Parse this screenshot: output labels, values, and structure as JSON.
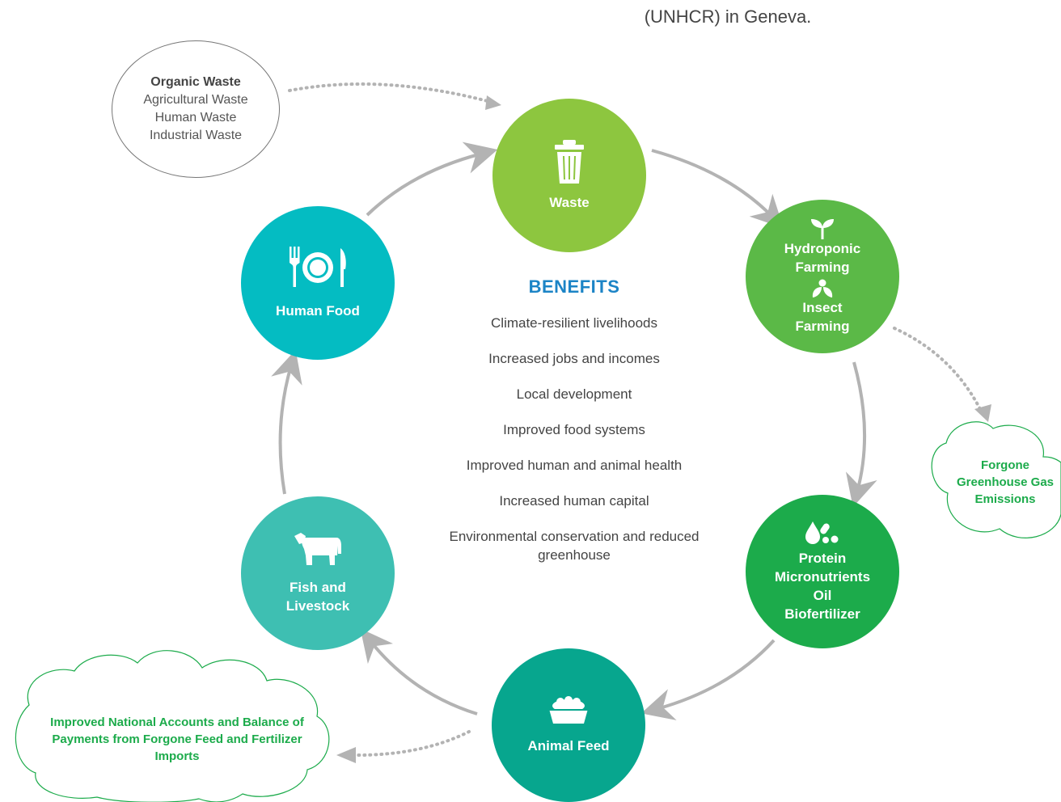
{
  "intro_text": "(UNHCR) in Geneva.",
  "organic_waste": {
    "heading": "Organic Waste",
    "items": [
      "Agricultural Waste",
      "Human Waste",
      "Industrial Waste"
    ]
  },
  "nodes": {
    "waste": "Waste",
    "hydroponic": "Hydroponic Farming",
    "insect": "Insect Farming",
    "protein": [
      "Protein",
      "Micronutrients",
      "Oil",
      "Biofertilizer"
    ],
    "animal_feed": "Animal Feed",
    "fish_livestock": "Fish and Livestock",
    "human_food": "Human Food"
  },
  "clouds": {
    "greenhouse": "Forgone Greenhouse Gas Emissions",
    "national_accounts": "Improved National Accounts and Balance of Payments from Forgone Feed and Fertilizer Imports"
  },
  "benefits": {
    "title": "BENEFITS",
    "items": [
      "Climate-resilient livelihoods",
      "Increased jobs and incomes",
      "Local development",
      "Improved food systems",
      "Improved human and animal health",
      "Increased human capital",
      "Environmental conservation and reduced greenhouse"
    ]
  },
  "colors": {
    "waste": "#8dc63f",
    "hydroponic": "#5bb947",
    "protein": "#1cab4b",
    "animal_feed": "#07a68e",
    "fish_livestock": "#3ebfb2",
    "human_food": "#04bcc2",
    "benefits_title": "#1c84c6",
    "arrow": "#b3b3b3"
  },
  "icons": [
    "trash-icon",
    "sprout-icon",
    "bee-icon",
    "nutrients-icon",
    "food-bowl-icon",
    "cow-icon",
    "plate-cutlery-icon"
  ]
}
